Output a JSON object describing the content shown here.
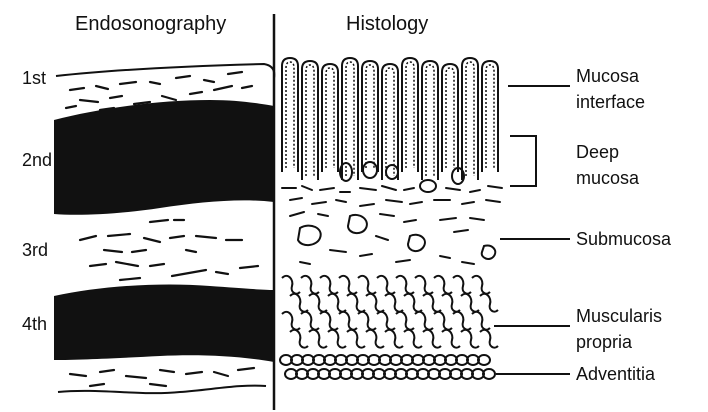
{
  "headers": {
    "left": "Endosonography",
    "right": "Histology"
  },
  "layers": {
    "first": "1st",
    "second": "2nd",
    "third": "3rd",
    "fourth": "4th"
  },
  "histology_labels": {
    "mucosa_interface_line1": "Mucosa",
    "mucosa_interface_line2": "interface",
    "deep_mucosa_line1": "Deep",
    "deep_mucosa_line2": "mucosa",
    "submucosa": "Submucosa",
    "muscularis_line1": "Muscularis",
    "muscularis_line2": "propria",
    "adventitia": "Adventitia"
  },
  "colors": {
    "ink": "#111111",
    "background": "#ffffff"
  }
}
